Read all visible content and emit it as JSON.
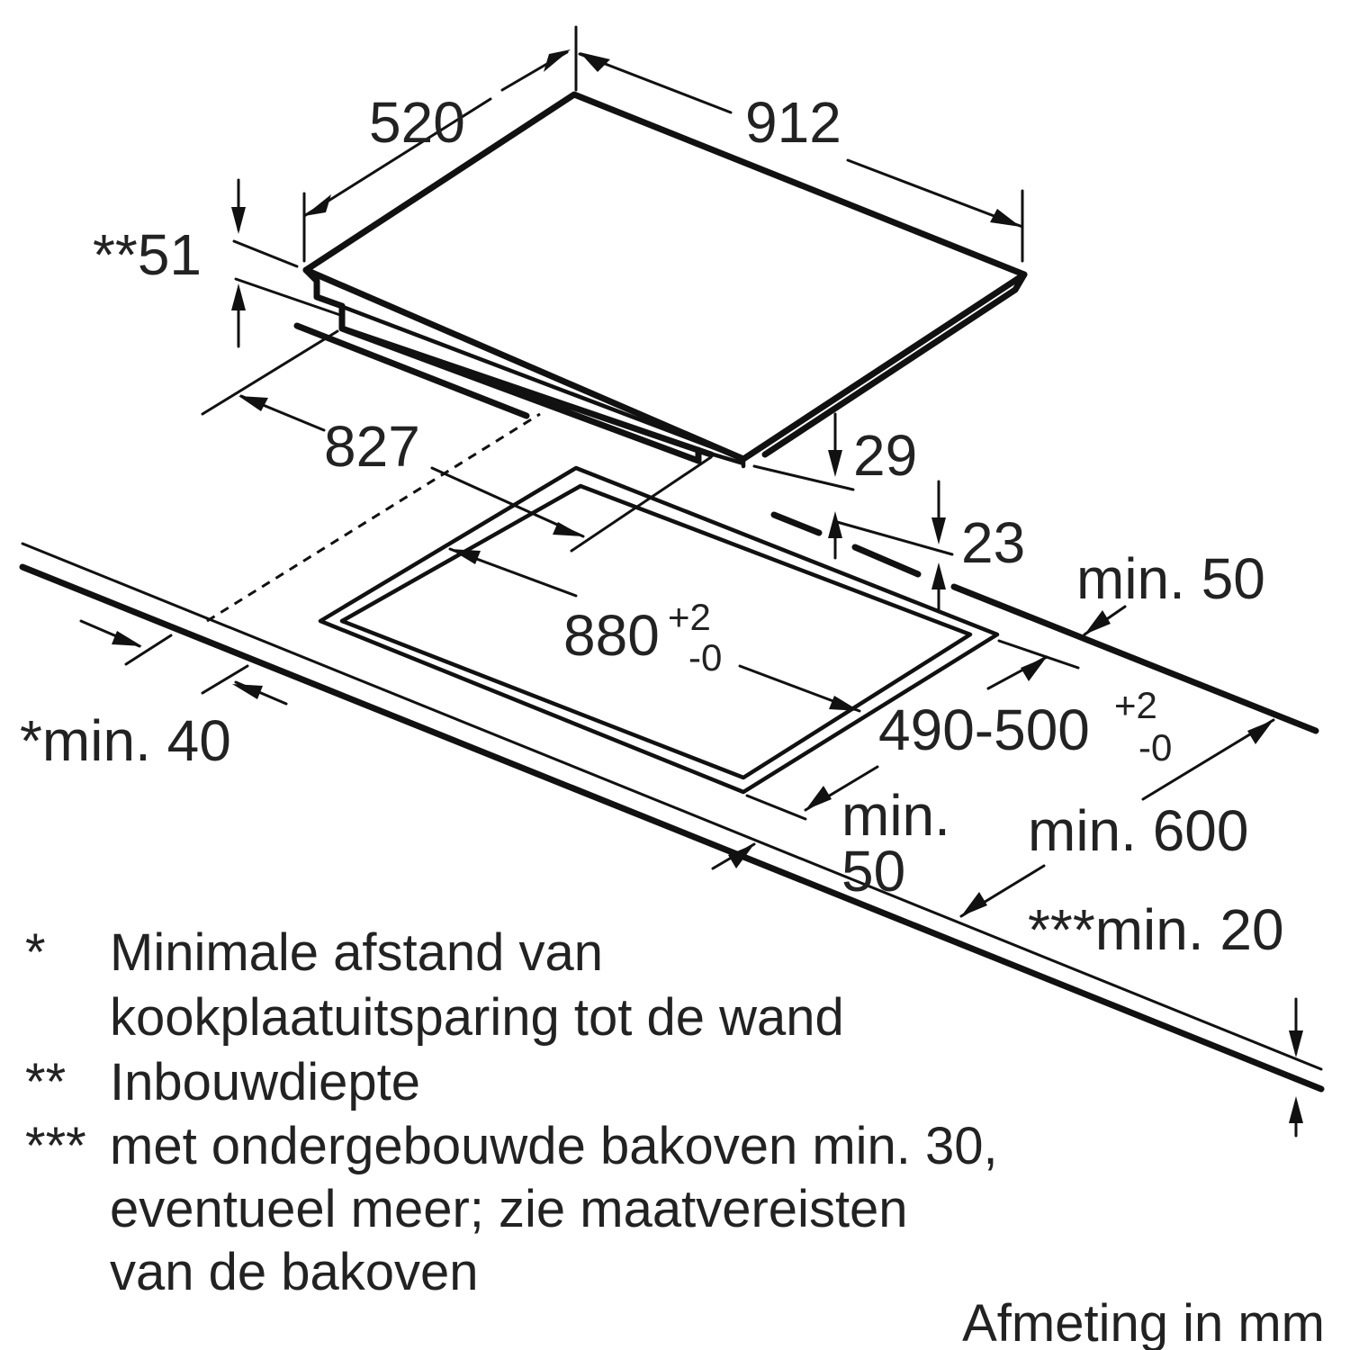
{
  "dimensions": {
    "width_912": "912",
    "depth_520": "520",
    "height_51": "**51",
    "width_827": "827",
    "h_29": "29",
    "h_23": "23",
    "cutout_width": "880",
    "cutout_width_tol_plus": "+2",
    "cutout_width_tol_minus": "-0",
    "cutout_depth": "490-500",
    "cutout_depth_tol_plus": "+2",
    "cutout_depth_tol_minus": "-0",
    "min_50_right": "min. 50",
    "min_40_wall": "*min. 40",
    "min_50_front_a": "min.",
    "min_50_front_b": "50",
    "min_600": "min. 600",
    "min_20": "***min. 20"
  },
  "footnotes": [
    {
      "mark": "*",
      "lines": [
        "Minimale afstand van",
        "kookplaatuitsparing tot de wand"
      ]
    },
    {
      "mark": "**",
      "lines": [
        "Inbouwdiepte"
      ]
    },
    {
      "mark": "***",
      "lines": [
        "met ondergebouwde bakoven min. 30,",
        "eventueel meer; zie maatvereisten",
        "van de bakoven"
      ]
    }
  ],
  "unit_note": "Afmeting in mm"
}
